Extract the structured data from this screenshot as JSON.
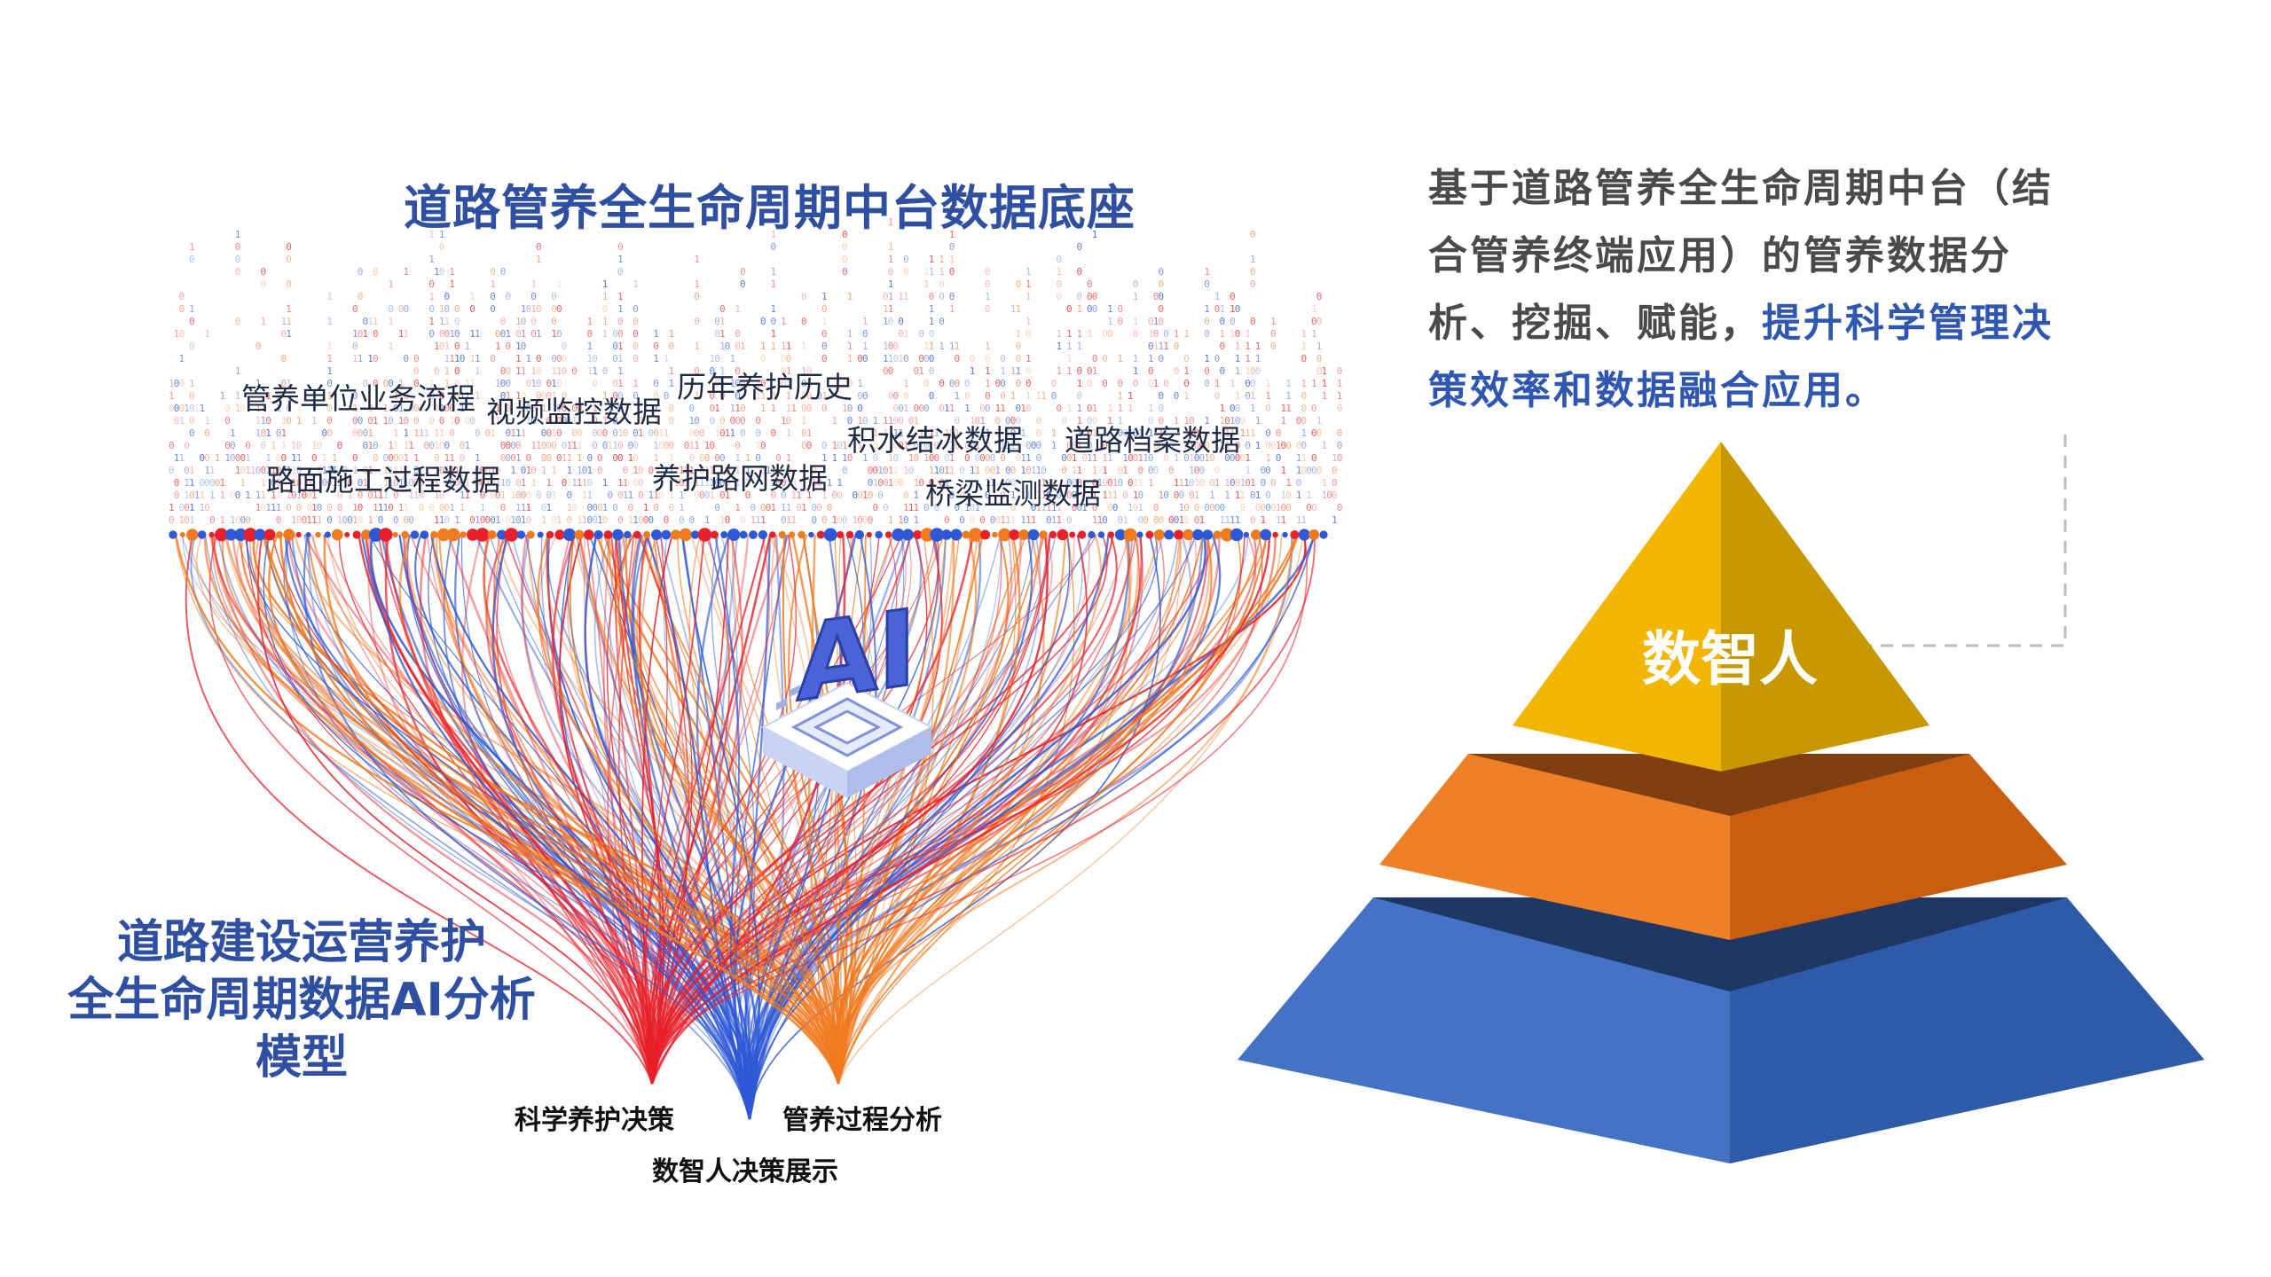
{
  "main_title": "道路管养全生命周期中台数据底座",
  "sources": [
    "管养单位业务流程",
    "视频监控数据",
    "历年养护历史",
    "积水结冰数据",
    "道路档案数据",
    "路面施工过程数据",
    "养护路网数据",
    "桥梁监测数据"
  ],
  "ai_logo": "AI",
  "model_title": [
    "道路建设运营养护",
    "全生命周期数据AI分析",
    "模型"
  ],
  "outputs": [
    "科学养护决策",
    "管养过程分析",
    "数智人决策展示"
  ],
  "description": {
    "normal": "基于道路管养全生命周期中台（结合管养终端应用）的管养数据分析、挖掘、赋能，",
    "highlight": "提升科学管理决策效率和数据融合应用。"
  },
  "pyramid": {
    "top_label": "数智人",
    "colors": {
      "top": "#f2b600",
      "middle": "#ee8127",
      "bottom": "#4472c4"
    }
  },
  "palette": {
    "title_blue": "#2f4fa2",
    "stream_red": "#e8202a",
    "stream_blue": "#2e58d6",
    "stream_orange": "#f07a20"
  }
}
